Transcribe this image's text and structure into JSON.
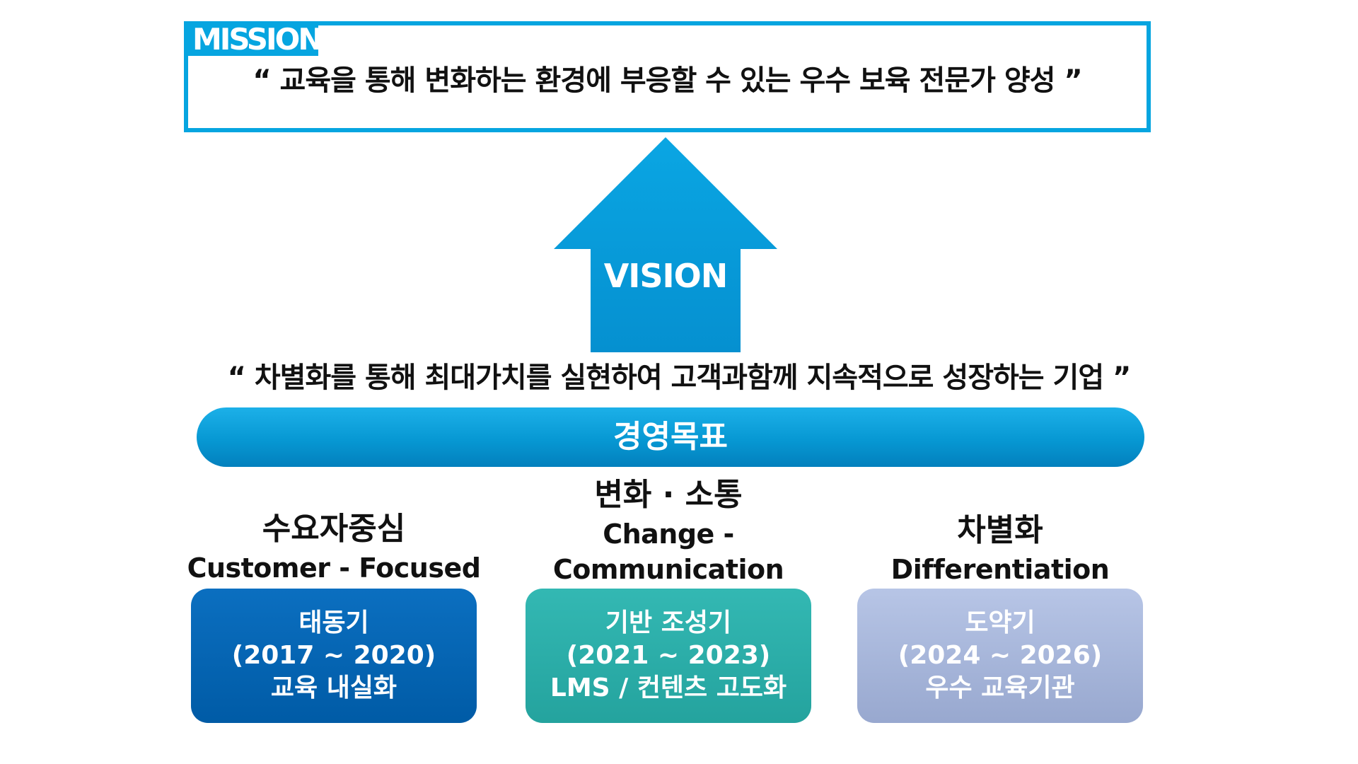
{
  "colors": {
    "accent_blue": "#06a5e0",
    "phase_1": "#005ba6",
    "phase_2": "#2aaba6",
    "phase_3": "#a6b6db"
  },
  "mission": {
    "label": "MISSION",
    "text": "“ 교육을 통해 변화하는 환경에 부응할 수 있는 우수 보육 전문가 양성 ”"
  },
  "vision": {
    "label": "VISION",
    "text": "“ 차별화를 통해 최대가치를 실현하여 고객과함께 지속적으로 성장하는 기업 ”"
  },
  "goal": {
    "label": "경영목표"
  },
  "strategies": [
    {
      "ko": "수요자중심",
      "en": "Customer - Focused",
      "en2": ""
    },
    {
      "ko": "변화 · 소통",
      "en": "Change -",
      "en2": "Communication"
    },
    {
      "ko": "차별화",
      "en": "Differentiation",
      "en2": ""
    }
  ],
  "phases": [
    {
      "line1": "태동기",
      "line2": "(2017 ~ 2020)",
      "line3": "교육 내실화"
    },
    {
      "line1": "기반 조성기",
      "line2": "(2021 ~ 2023)",
      "line3": "LMS / 컨텐츠 고도화"
    },
    {
      "line1": "도약기",
      "line2": "(2024 ~ 2026)",
      "line3": "우수 교육기관"
    }
  ]
}
